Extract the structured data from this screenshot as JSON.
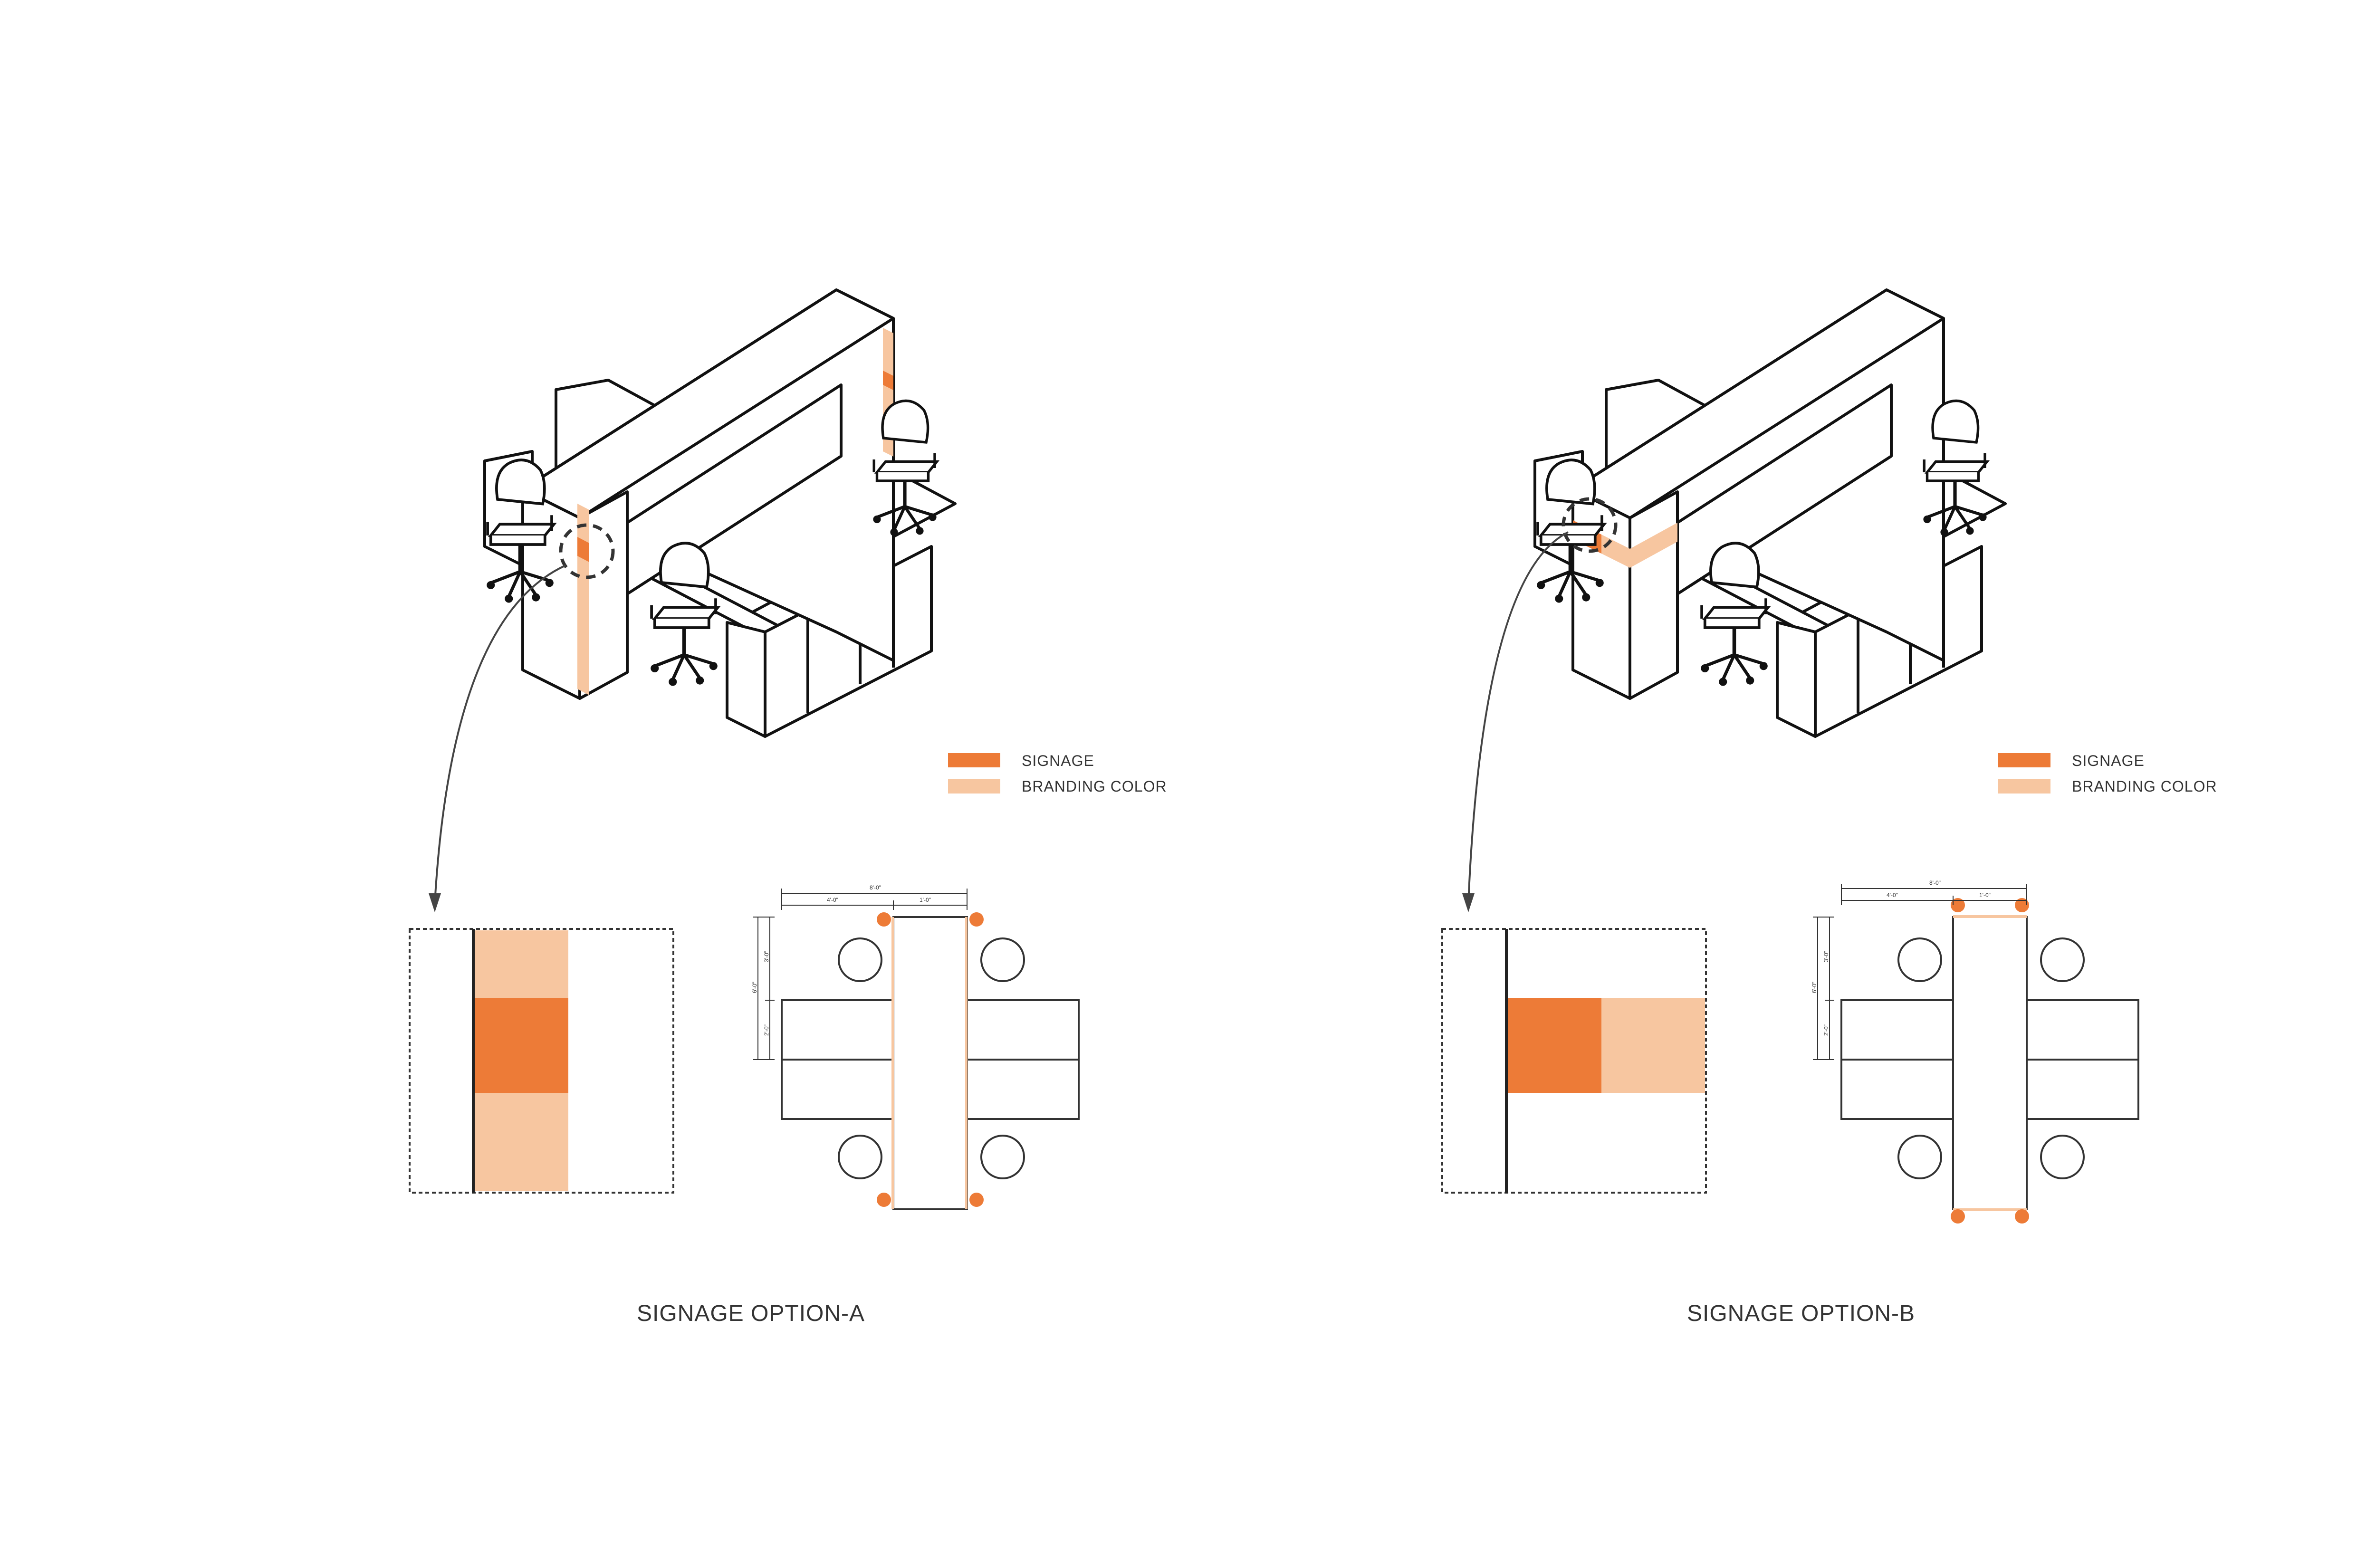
{
  "colors": {
    "signage": "#ED7B37",
    "branding": "#F7C6A0",
    "line": "#111111"
  },
  "options": [
    {
      "caption": "SIGNAGE OPTION-A",
      "legend": {
        "signage_label": "SIGNAGE",
        "branding_label": "BRANDING COLOR"
      },
      "dimensions": {
        "top_total": "8'-0\"",
        "top_left": "4'-0\"",
        "top_right": "1'-0\"",
        "side_total": "6'-0\"",
        "side_upper": "3'-0\"",
        "side_lower": "2'-0\""
      }
    },
    {
      "caption": "SIGNAGE OPTION-B",
      "legend": {
        "signage_label": "SIGNAGE",
        "branding_label": "BRANDING COLOR"
      },
      "dimensions": {
        "top_total": "8'-0\"",
        "top_left": "4'-0\"",
        "top_right": "1'-0\"",
        "side_total": "6'-0\"",
        "side_upper": "3'-0\"",
        "side_lower": "2'-0\""
      }
    }
  ]
}
